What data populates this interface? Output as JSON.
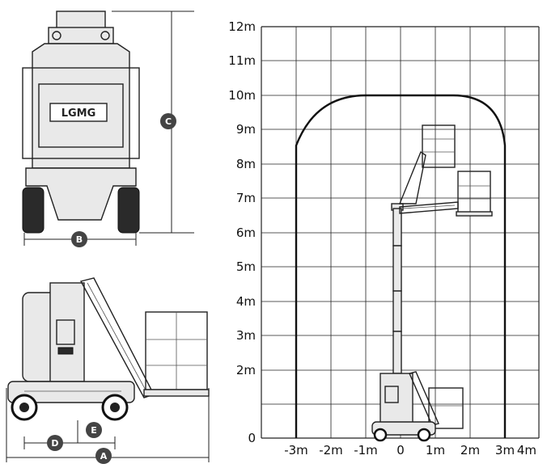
{
  "front_view": {
    "brand_logo": "LGMG",
    "dimension_labels": {
      "width": "B",
      "height": "C"
    },
    "badge_color": "#444444"
  },
  "side_view": {
    "dimension_labels": {
      "length": "A",
      "wheelbase": "D",
      "ground_clearance": "E"
    }
  },
  "working_range_chart": {
    "y_axis_labels": [
      "0",
      "2m",
      "3m",
      "4m",
      "5m",
      "6m",
      "7m",
      "8m",
      "9m",
      "10m",
      "11m",
      "12m"
    ],
    "x_axis_labels": [
      "-3m",
      "-2m",
      "-1m",
      "0",
      "1m",
      "2m",
      "3m",
      "4m"
    ],
    "grid_line_color": "#222222",
    "envelope_color": "#111111"
  }
}
